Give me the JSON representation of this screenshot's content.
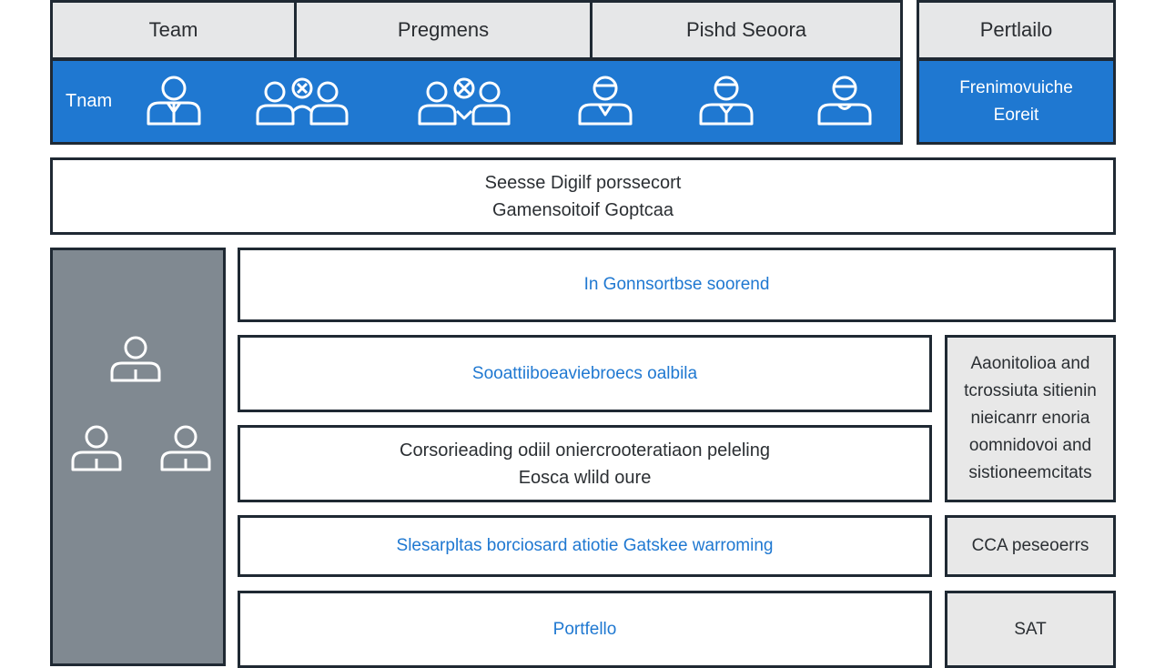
{
  "tabs": [
    {
      "label": "Team"
    },
    {
      "label": "Pregmens"
    },
    {
      "label": "Pishd Seoora"
    }
  ],
  "portfolio_tab": {
    "label": "Pertlailo"
  },
  "team_row": {
    "label": "Tnam",
    "icons": [
      "person-icon",
      "group-icon",
      "group-icon",
      "person-icon",
      "person-icon",
      "person-icon"
    ]
  },
  "portfolio_panel": {
    "line1": "Frenimovuiche",
    "line2": "Eoreit"
  },
  "banner": {
    "line1": "Seesse Digilf porssecort",
    "line2": "Gamensoitoif Goptcaa"
  },
  "sidebar": {
    "icons": [
      "person-icon",
      "person-icon",
      "person-icon"
    ]
  },
  "content_boxes": [
    {
      "lines": [
        "In Gonnsortbse soorend"
      ],
      "color": "blue"
    },
    {
      "lines": [
        "Sooattiiboeaviebroecs oalbila"
      ],
      "color": "blue"
    },
    {
      "lines": [
        "Corsorieading odiil oniercrooteratiaon peleling",
        "Eosca wlild oure"
      ],
      "color": "dark"
    },
    {
      "lines": [
        "Slesarpltas borciosard atiotie Gatskee warroming"
      ],
      "color": "blue"
    },
    {
      "lines": [
        "Portfello"
      ],
      "color": "blue"
    }
  ],
  "side_boxes": [
    {
      "lines": [
        "Aaonitolioa and",
        "tcrossiuta sitienin",
        "nieicanrr enoria",
        "oomnidovoi and",
        "sistioneemcitats"
      ]
    },
    {
      "lines": [
        "CCA peseoerrs"
      ]
    },
    {
      "lines": [
        "SAT"
      ]
    }
  ],
  "colors": {
    "accent": "#1f78d1",
    "sidebar": "#808991",
    "tab_bg": "#e6e7e8",
    "border": "#1f2933"
  }
}
